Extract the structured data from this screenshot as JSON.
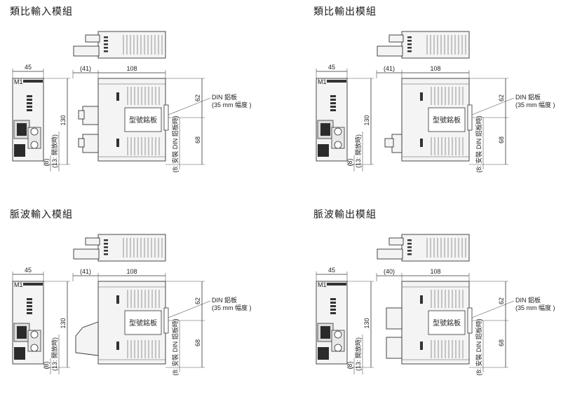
{
  "panels": [
    {
      "title": "類比輸入模組",
      "top_dim": "(41)",
      "connector": "analog-in"
    },
    {
      "title": "類比輸出模組",
      "top_dim": "(41)",
      "connector": "analog-out"
    },
    {
      "title": "脈波輸入模組",
      "top_dim": "(41)",
      "connector": "pulse-in"
    },
    {
      "title": "脈波輸出模組",
      "top_dim": "(40)",
      "connector": "pulse-out"
    }
  ],
  "labels": {
    "width_dim": "45",
    "depth_dim": "108",
    "height_dim": "130",
    "upper_dim": "62",
    "lower_dim": "68",
    "small_dim": "(8)",
    "open_dim": "(13: 開放時)",
    "din_title": "DIN 鋁板",
    "din_sub": "(35 mm 幅度 )",
    "din_open": "(8: 安裝 DIN 鋁板時)",
    "plate": "型號銘板",
    "model_prefix": "M1"
  }
}
